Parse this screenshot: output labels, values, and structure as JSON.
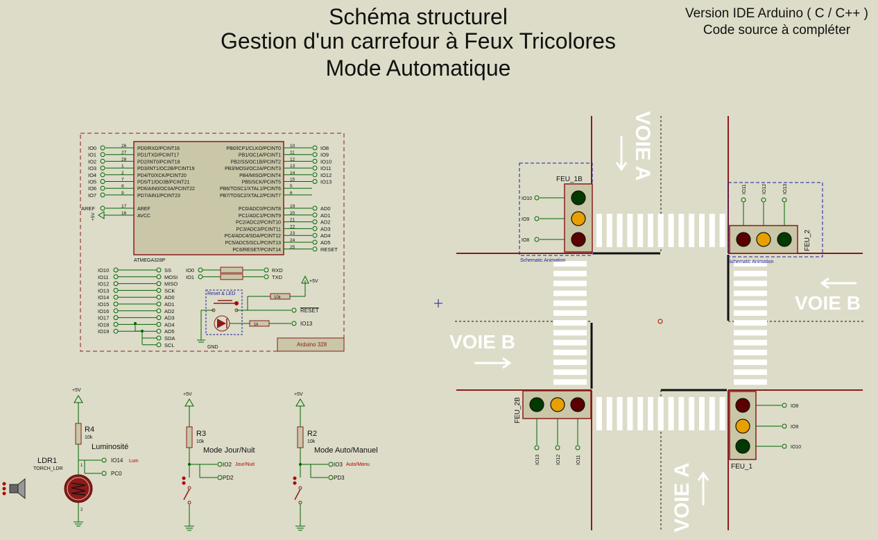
{
  "title": {
    "line1": "Schéma structurel",
    "line2": "Gestion d'un carrefour à Feux Tricolores",
    "line3": "Mode Automatique"
  },
  "version": {
    "line1": "Version IDE Arduino ( C / C++ )",
    "line2": "Code source à compléter"
  },
  "arduino": {
    "chip": "ATMEGA328P",
    "board_label": "Arduino 328",
    "left_pins": [
      {
        "net": "IO0",
        "num": "26",
        "name": "PD0/RXD/PCINT16"
      },
      {
        "net": "IO1",
        "num": "27",
        "name": "PD1/TXD/PCINT17"
      },
      {
        "net": "IO2",
        "num": "28",
        "name": "PD2/INT0/PCINT18"
      },
      {
        "net": "IO3",
        "num": "1",
        "name": "PD3/INT1/OC2B/PCINT19"
      },
      {
        "net": "IO4",
        "num": "2",
        "name": "PD4/T0/XCK/PCINT20"
      },
      {
        "net": "IO5",
        "num": "7",
        "name": "PD5/T1/OC0B/PCINT21"
      },
      {
        "net": "IO6",
        "num": "8",
        "name": "PD6/AIN0/OC0A/PCINT22"
      },
      {
        "net": "IO7",
        "num": "9",
        "name": "PD7/AIN1/PCINT23"
      }
    ],
    "aref": {
      "net": "AREF",
      "num": "17",
      "name": "AREF"
    },
    "avcc": {
      "net": "+5V",
      "num": "16",
      "name": "AVCC"
    },
    "right_pins_top": [
      {
        "num": "10",
        "name": "PB0/ICP1/CLKO/PCINT0",
        "net": "IO8"
      },
      {
        "num": "11",
        "name": "PB1/OC1A/PCINT1",
        "net": "IO9"
      },
      {
        "num": "12",
        "name": "PB2/SS/OC1B/PCINT2",
        "net": "IO10"
      },
      {
        "num": "13",
        "name": "PB3/MOSI/OC2A/PCINT3",
        "net": "IO11"
      },
      {
        "num": "14",
        "name": "PB4/MISO/PCINT4",
        "net": "IO12"
      },
      {
        "num": "15",
        "name": "PB5/SCK/PCINT5",
        "net": "IO13"
      },
      {
        "num": "5",
        "name": "PB6/TOSC1/XTAL1/PCINT6",
        "net": ""
      },
      {
        "num": "6",
        "name": "PB7/TOSC2/XTAL2/PCINT7",
        "net": ""
      }
    ],
    "right_pins_bottom": [
      {
        "num": "19",
        "name": "PC0/ADC0/PCINT8",
        "net": "AD0"
      },
      {
        "num": "20",
        "name": "PC1/ADC1/PCINT9",
        "net": "AD1"
      },
      {
        "num": "21",
        "name": "PC2/ADC2/PCINT10",
        "net": "AD2"
      },
      {
        "num": "22",
        "name": "PC3/ADC3/PCINT11",
        "net": "AD3"
      },
      {
        "num": "23",
        "name": "PC4/ADC4/SDA/PCINT12",
        "net": "AD4"
      },
      {
        "num": "24",
        "name": "PC5/ADC5/SCL/PCINT13",
        "net": "AD5"
      },
      {
        "num": "25",
        "name": "PC6/RESET/PCINT14",
        "net": "RESET"
      }
    ],
    "aliases": [
      {
        "from": "IO10",
        "to": "SS"
      },
      {
        "from": "IO11",
        "to": "MOSI"
      },
      {
        "from": "IO12",
        "to": "MISO"
      },
      {
        "from": "IO13",
        "to": "SCK"
      },
      {
        "from": "IO14",
        "to": "AD0"
      },
      {
        "from": "IO15",
        "to": "AD1"
      },
      {
        "from": "IO16",
        "to": "AD2"
      },
      {
        "from": "IO17",
        "to": "AD3"
      },
      {
        "from": "IO18",
        "to": "AD4"
      },
      {
        "from": "IO19",
        "to": "AD5"
      },
      {
        "from": "",
        "to": "SDA"
      },
      {
        "from": "",
        "to": "SCL"
      }
    ],
    "serial": [
      {
        "from": "IO0",
        "to": "RXD"
      },
      {
        "from": "IO1",
        "to": "TXD"
      }
    ],
    "reset_led_label": "Reset & LED",
    "res_10k": "10k",
    "res_1k": "1k",
    "reset_net": "RESET",
    "led_net": "IO13",
    "vcc": "+5V",
    "gnd": "GND"
  },
  "sensors": {
    "ldr": {
      "name": "LDR1",
      "model": "TORCH_LDR",
      "res": "R4",
      "res_val": "10k",
      "label": "Luminosité",
      "net1": "IO14",
      "net1_tag": "Lum",
      "net2": "PC0",
      "vcc": "+5V",
      "pin1": "1",
      "pin2": "2"
    },
    "sw_day": {
      "res": "R3",
      "res_val": "10k",
      "label": "Mode Jour/Nuit",
      "net1": "IO2",
      "net1_tag": "Jour/Nuit",
      "net2": "PD2",
      "vcc": "+5V"
    },
    "sw_auto": {
      "res": "R2",
      "res_val": "10k",
      "label": "Mode Auto/Manuel",
      "net1": "IO3",
      "net1_tag": "Auto/Manu",
      "net2": "PD3",
      "vcc": "+5V"
    }
  },
  "crossing": {
    "voie_a": "VOIE A",
    "voie_b": "VOIE B",
    "anim_label": "Schematic Animation",
    "feu_1b": {
      "name": "FEU_1B",
      "nets": [
        "IO10",
        "IO9",
        "IO8"
      ]
    },
    "feu_2": {
      "name": "FEU_2",
      "nets": [
        "IO11",
        "IO12",
        "IO13"
      ]
    },
    "feu_2b": {
      "name": "FEU_2B",
      "nets": [
        "IO13",
        "IO12",
        "IO11"
      ]
    },
    "feu_1": {
      "name": "FEU_1",
      "nets": [
        "IO8",
        "IO9",
        "IO10"
      ]
    }
  },
  "colors": {
    "background": "#dcdcc8",
    "wire": "#006400",
    "component": "#8b1a1a",
    "ic_fill": "#c9c7a8",
    "lamp_red": "#5a0000",
    "lamp_amber": "#e8a000",
    "lamp_green": "#003a00",
    "label_red": "#b00000",
    "dashed_blue": "#1a1aa0"
  }
}
